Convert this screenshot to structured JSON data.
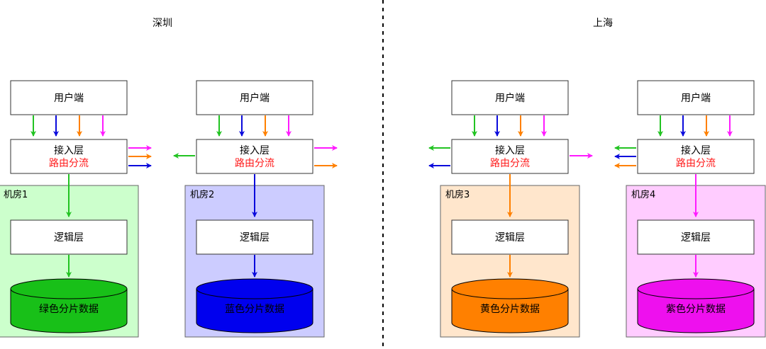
{
  "regions": [
    {
      "name": "深圳"
    },
    {
      "name": "上海"
    }
  ],
  "labels": {
    "client": "用户端",
    "access": "接入层",
    "routing": "路由分流",
    "logic": "逻辑层"
  },
  "colors": {
    "green": "#22c322",
    "blue": "#0a0adc",
    "orange": "#ff8000",
    "magenta": "#ff1aff",
    "routing_text": "#ff1a1a",
    "divider": "#000000"
  },
  "datacenters": [
    {
      "label": "机房1",
      "db_label": "绿色分片数据",
      "accent": "#22c322",
      "fill": "#ccffcc",
      "db_fill": "#18c018",
      "db_text": "#000000"
    },
    {
      "label": "机房2",
      "db_label": "蓝色分片数据",
      "accent": "#0a0adc",
      "fill": "#ccccff",
      "db_fill": "#0000ee",
      "db_text": "#000000"
    },
    {
      "label": "机房3",
      "db_label": "黄色分片数据",
      "accent": "#ff8000",
      "fill": "#ffe6cc",
      "db_fill": "#ff8000",
      "db_text": "#000000"
    },
    {
      "label": "机房4",
      "db_label": "紫色分片数据",
      "accent": "#ff1aff",
      "fill": "#ffccff",
      "db_fill": "#ee10ee",
      "db_text": "#000000"
    }
  ]
}
